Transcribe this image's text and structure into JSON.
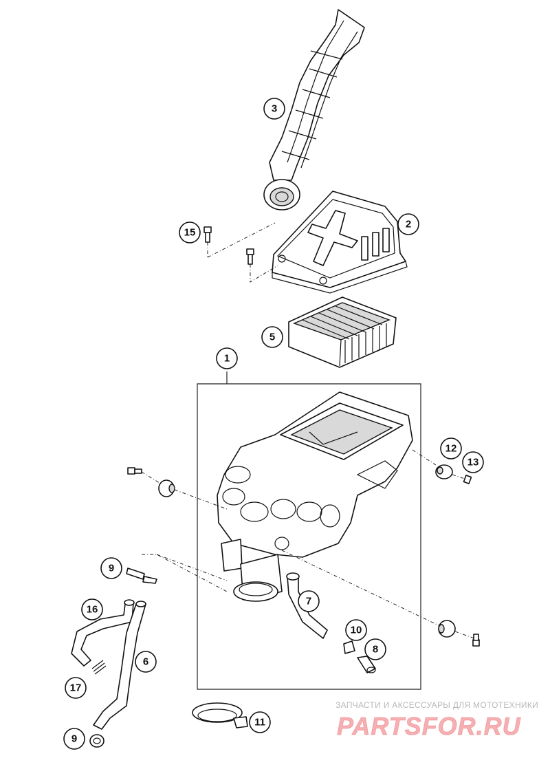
{
  "diagram": {
    "callouts": [
      "1",
      "2",
      "3",
      "5",
      "7",
      "8",
      "9",
      "10",
      "11",
      "12",
      "13",
      "15",
      "16",
      "17",
      "6",
      "9"
    ]
  },
  "watermark": {
    "caption": "ЗАПЧАСТИ И АКСЕССУАРЫ ДЛЯ МОТОТЕХНИКИ",
    "logo_text": "PARTSFOR.RU",
    "color": "#e31e24"
  }
}
